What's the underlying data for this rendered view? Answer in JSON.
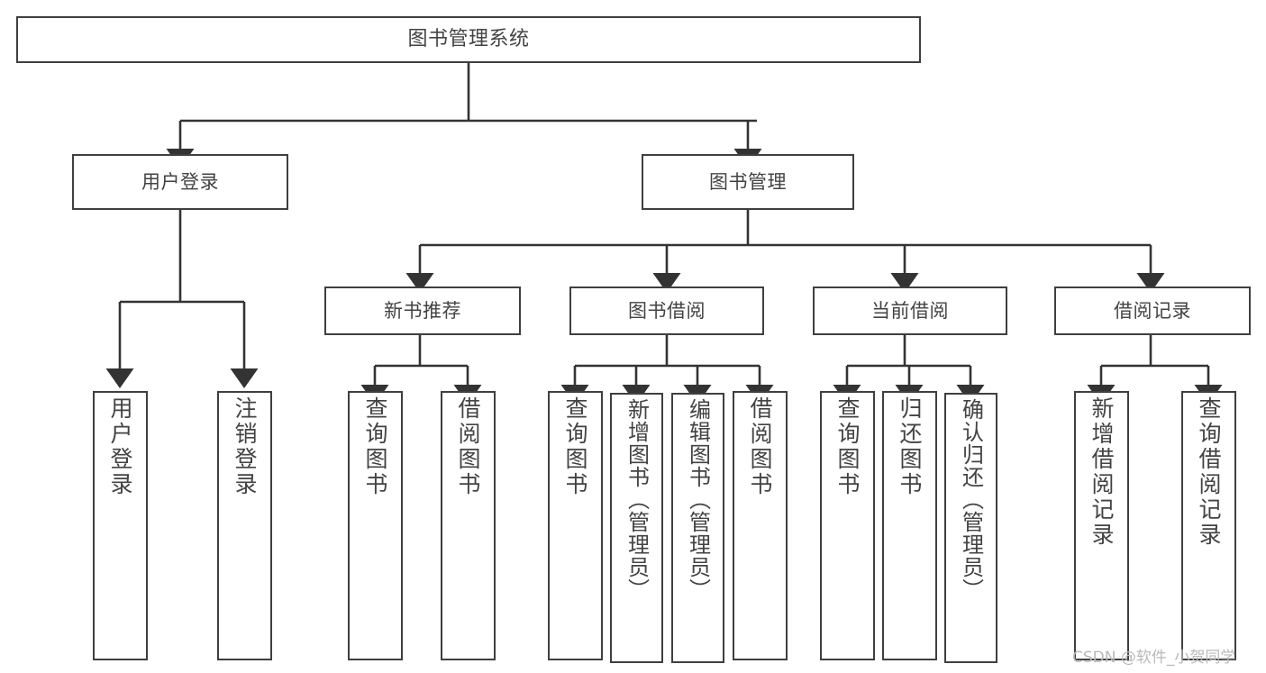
{
  "diagram": {
    "title": "图书管理系统",
    "type": "tree-hierarchy-chart",
    "watermark": "CSDN @软件_小贺同学",
    "colors": {
      "box_border": "#3f3f3f",
      "box_fill": "#ffffff",
      "text": "#434343",
      "connector": "#333333",
      "watermark": "#b9b9b9",
      "background": "#ffffff"
    },
    "root": {
      "label": "图书管理系统"
    },
    "level2": [
      {
        "label": "用户登录"
      },
      {
        "label": "图书管理"
      }
    ],
    "level3": [
      {
        "label": "新书推荐"
      },
      {
        "label": "图书借阅"
      },
      {
        "label": "当前借阅"
      },
      {
        "label": "借阅记录"
      }
    ],
    "leaves": {
      "user_login": [
        {
          "label": "用户登录"
        },
        {
          "label": "注销登录"
        }
      ],
      "new_book_recommend": [
        {
          "label": "查询图书"
        },
        {
          "label": "借阅图书"
        }
      ],
      "book_borrow": [
        {
          "label": "查询图书"
        },
        {
          "label": "新增图书（管理员）"
        },
        {
          "label": "编辑图书（管理员）"
        },
        {
          "label": "借阅图书"
        }
      ],
      "current_borrow": [
        {
          "label": "查询图书"
        },
        {
          "label": "归还图书"
        },
        {
          "label": "确认归还（管理员）"
        }
      ],
      "borrow_records": [
        {
          "label": "新增借阅记录"
        },
        {
          "label": "查询借阅记录"
        }
      ]
    }
  }
}
